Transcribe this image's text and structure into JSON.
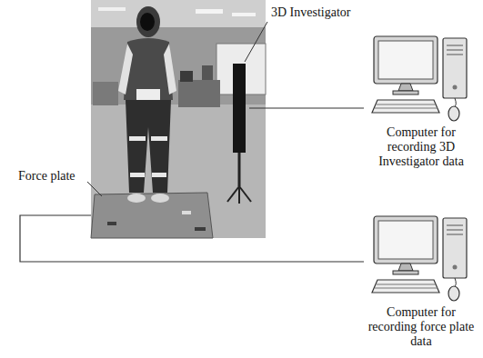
{
  "diagram": {
    "nodes": [
      {
        "text": [
          "3D Investigator"
        ]
      },
      {
        "text": [
          "Force plate"
        ]
      },
      {
        "text": [
          "Computer for recording 3D Investigator data"
        ]
      },
      {
        "text": [
          "Computer for recording force plate data"
        ]
      }
    ],
    "edges": [
      {
        "from": 0,
        "to": 2,
        "arrow": "none"
      },
      {
        "from": 1,
        "to": 3,
        "arrow": "none"
      }
    ]
  }
}
